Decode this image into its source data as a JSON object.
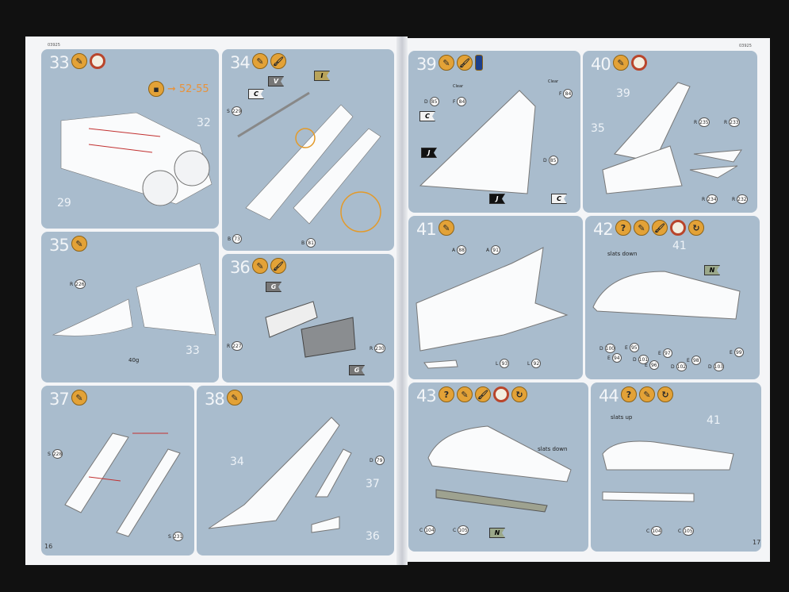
{
  "booklet": {
    "code_left": "03925",
    "code_right": "03925",
    "page_left": "16",
    "page_right": "17"
  },
  "steps": {
    "s33": {
      "num": "33",
      "icons": [
        "cement-icon",
        "clock-icon"
      ],
      "ref": "52-55",
      "callouts": [
        "32",
        "29"
      ]
    },
    "s34": {
      "num": "34",
      "icons": [
        "cement-icon",
        "paint-brush-icon"
      ],
      "flags": [
        "C",
        "V",
        "I"
      ],
      "parts": [
        {
          "l": "S",
          "n": "229"
        },
        {
          "l": "B",
          "n": "73"
        },
        {
          "l": "B",
          "n": "81"
        }
      ]
    },
    "s35": {
      "num": "35",
      "icons": [
        "cement-icon"
      ],
      "parts": [
        {
          "l": "R",
          "n": "226"
        }
      ],
      "weight": "40g",
      "callouts": [
        "33"
      ]
    },
    "s36": {
      "num": "36",
      "icons": [
        "cement-icon",
        "paint-brush-icon"
      ],
      "flags": [
        "G",
        "G"
      ],
      "parts": [
        {
          "l": "R",
          "n": "227"
        },
        {
          "l": "R",
          "n": "230"
        }
      ]
    },
    "s37": {
      "num": "37",
      "icons": [
        "cement-icon"
      ],
      "parts": [
        {
          "l": "S",
          "n": "228"
        },
        {
          "l": "S",
          "n": "231"
        }
      ]
    },
    "s38": {
      "num": "38",
      "icons": [
        "cement-icon"
      ],
      "parts": [
        {
          "l": "D",
          "n": "79"
        }
      ],
      "callouts": [
        "34",
        "37",
        "36"
      ]
    },
    "s39": {
      "num": "39",
      "icons": [
        "cement-icon",
        "paint-brush-icon",
        "paint-pot-icon"
      ],
      "clear": "Clear",
      "flags": [
        "C",
        "J",
        "J",
        "C"
      ],
      "parts": [
        {
          "l": "D",
          "n": "85"
        },
        {
          "l": "F",
          "n": "84"
        },
        {
          "l": "F",
          "n": "84"
        },
        {
          "l": "D",
          "n": "85"
        }
      ]
    },
    "s40": {
      "num": "40",
      "icons": [
        "cement-icon",
        "clock-icon"
      ],
      "callouts": [
        "39",
        "35"
      ],
      "parts": [
        {
          "l": "R",
          "n": "235"
        },
        {
          "l": "R",
          "n": "233"
        },
        {
          "l": "R",
          "n": "234"
        },
        {
          "l": "R",
          "n": "232"
        }
      ]
    },
    "s41": {
      "num": "41",
      "icons": [
        "cement-icon"
      ],
      "parts": [
        {
          "l": "A",
          "n": "88"
        },
        {
          "l": "A",
          "n": "91"
        },
        {
          "l": "L",
          "n": "93"
        },
        {
          "l": "L",
          "n": "92"
        }
      ]
    },
    "s42": {
      "num": "42",
      "icons": [
        "question-icon",
        "cement-icon",
        "paint-brush-icon",
        "clock-icon",
        "flip-icon"
      ],
      "note": "slats down",
      "callouts": [
        "41"
      ],
      "flags": [
        "N"
      ],
      "parts": [
        {
          "l": "D",
          "n": "100"
        },
        {
          "l": "E",
          "n": "94"
        },
        {
          "l": "E",
          "n": "95"
        },
        {
          "l": "D",
          "n": "101"
        },
        {
          "l": "E",
          "n": "96"
        },
        {
          "l": "E",
          "n": "97"
        },
        {
          "l": "D",
          "n": "102"
        },
        {
          "l": "E",
          "n": "98"
        },
        {
          "l": "D",
          "n": "103"
        },
        {
          "l": "E",
          "n": "99"
        }
      ]
    },
    "s43": {
      "num": "43",
      "icons": [
        "question-icon",
        "cement-icon",
        "paint-brush-icon",
        "clock-icon",
        "flip-icon"
      ],
      "note": "slats down",
      "flags": [
        "N"
      ],
      "parts": [
        {
          "l": "C",
          "n": "104"
        },
        {
          "l": "C",
          "n": "105"
        }
      ]
    },
    "s44": {
      "num": "44",
      "icons": [
        "question-icon",
        "cement-icon",
        "flip-icon"
      ],
      "note": "slats up",
      "callouts": [
        "41"
      ],
      "parts": [
        {
          "l": "C",
          "n": "104"
        },
        {
          "l": "C",
          "n": "105"
        }
      ]
    }
  }
}
